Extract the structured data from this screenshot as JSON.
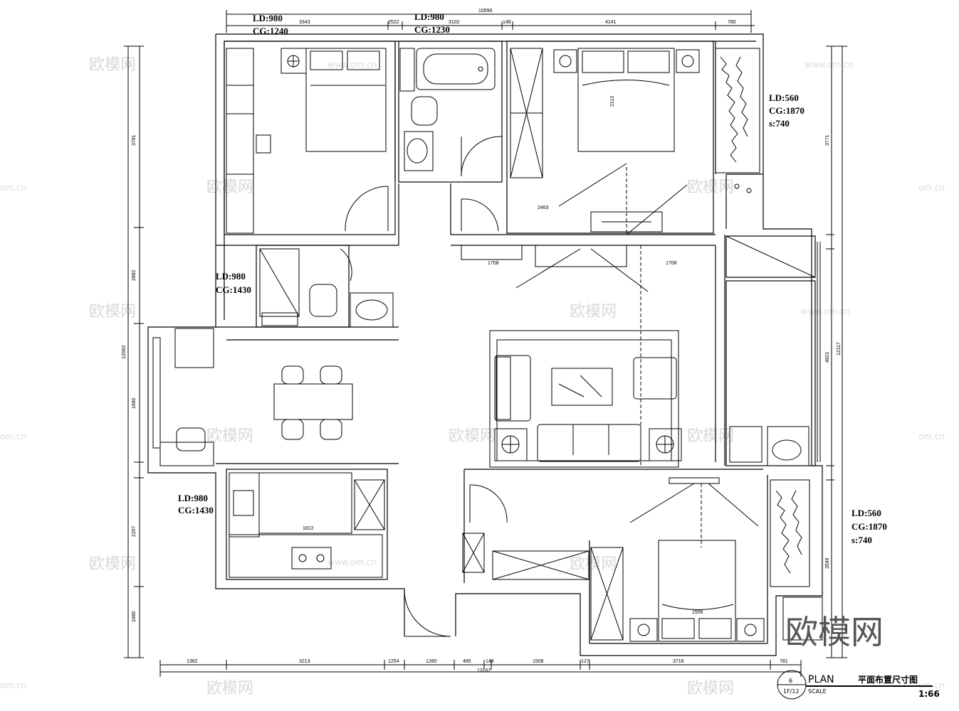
{
  "labels": {
    "ld_top_left": "LD:980",
    "cg_top_left": "CG:1240",
    "ld_top_bath": "LD:980",
    "cg_top_bath": "CG:1230",
    "ld_right_top": "LD:560",
    "cg_right_top": "CG:1870",
    "s_right_top": "s:740",
    "ld_mid_left": "LD:980",
    "cg_mid_left": "CG:1430",
    "ld_kitchen": "LD:980",
    "cg_kitchen": "CG:1430",
    "ld_right_bottom": "LD:560",
    "cg_right_bottom": "CG:1870",
    "s_right_bottom": "s:740"
  },
  "dimensions": {
    "top_total": "10696",
    "top_a": "3343",
    "top_b": "2522",
    "top_c": "3102",
    "top_d": "148",
    "top_e": "4141",
    "top_f": "780",
    "bottom_a": "1362",
    "bottom_b": "3213",
    "bottom_c": "1254",
    "bottom_d": "1280",
    "bottom_e": "485",
    "bottom_f": "148",
    "bottom_g": "1508",
    "bottom_h": "127",
    "bottom_i": "3718",
    "bottom_j": "781",
    "bottom_total": "13162",
    "left_a": "3781",
    "left_b": "2882",
    "left_c": "1680",
    "left_d": "2207",
    "left_e": "1680",
    "left_total": "12082",
    "right_a": "3771",
    "right_b": "4821",
    "right_c": "3549",
    "right_total": "12117",
    "living_left": "1708",
    "living_right": "1708",
    "bed_top": "2463",
    "bed_depth": "2113",
    "kitchen_w": "1822",
    "bed2_w": "1506"
  },
  "title": {
    "plan_word": "PLAN",
    "scale_word": "SCALE",
    "title_cn": "平面布置尺寸图",
    "scale_value": "1:66",
    "sheet_no": "6",
    "sheet_ref": "1F/12"
  },
  "watermark": {
    "brand": "欧模网",
    "tile": "欧模网",
    "url": "www.om.cn",
    "url_short": "om.cn"
  },
  "colors": {
    "line": "#000000",
    "watermark": "#d9d9d9",
    "brand": "#555555"
  }
}
